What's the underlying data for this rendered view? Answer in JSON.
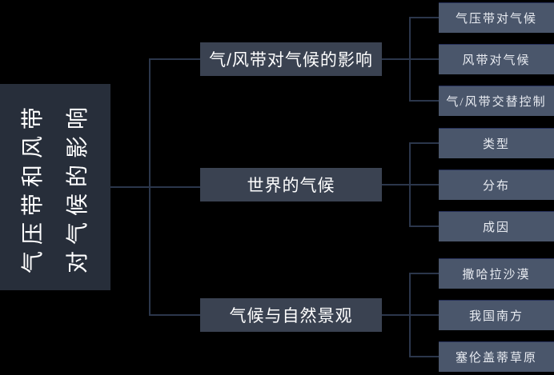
{
  "diagram": {
    "type": "mindmap",
    "title": "气压带和风带对气候的影响",
    "root": {
      "line1": "气压带和风带",
      "line2": "对气候的影响"
    },
    "branches": [
      {
        "label": "气/风带对气候的影响",
        "children": [
          {
            "label": "气压带对气候"
          },
          {
            "label": "风带对气候"
          },
          {
            "label": "气/风带交替控制"
          }
        ]
      },
      {
        "label": "世界的气候",
        "children": [
          {
            "label": "类型"
          },
          {
            "label": "分布"
          },
          {
            "label": "成因"
          }
        ]
      },
      {
        "label": "气候与自然景观",
        "children": [
          {
            "label": "撒哈拉沙漠"
          },
          {
            "label": "我国南方"
          },
          {
            "label": "塞伦盖蒂草原"
          }
        ]
      }
    ],
    "colors": {
      "background": "#000000",
      "root_fill": "#272e3a",
      "branch_fill": "#3a4251",
      "leaf_fill": "#4a566b",
      "leaf_border": "#26305a",
      "connector": "#2b364b",
      "text": "#ffffff",
      "leaf_text": "#e9ecf2"
    }
  }
}
